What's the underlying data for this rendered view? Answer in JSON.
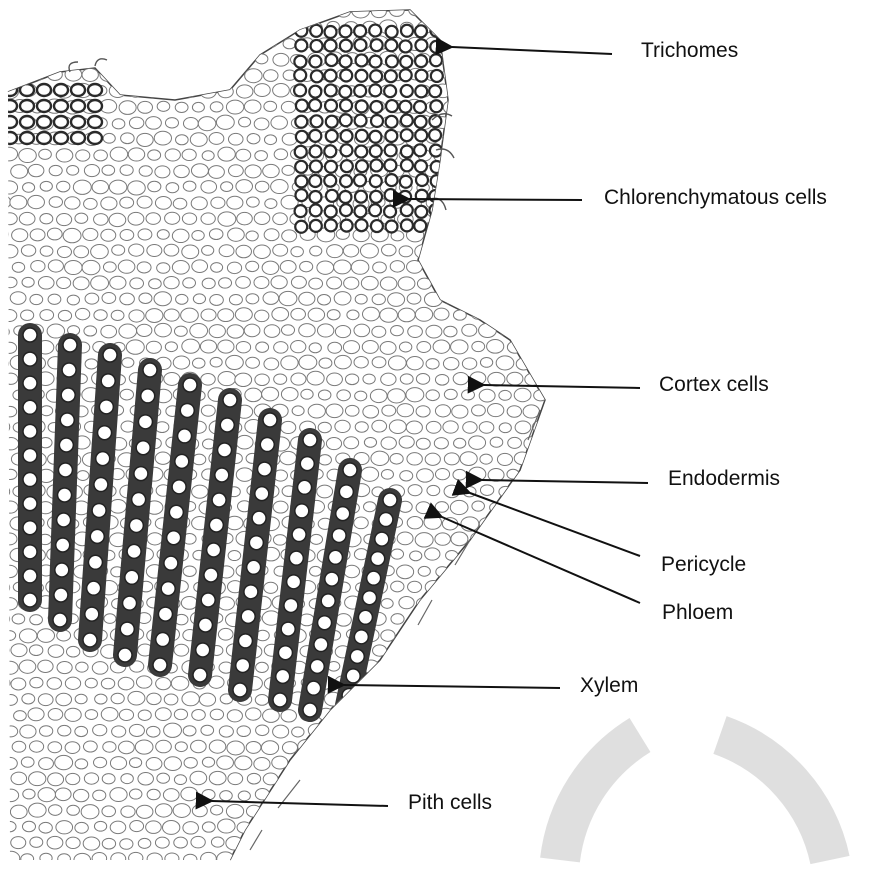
{
  "diagram": {
    "labels": {
      "trichomes": "Trichomes",
      "chlorenchymatous": "Chlorenchymatous cells",
      "cortex": "Cortex cells",
      "endodermis": "Endodermis",
      "pericycle": "Pericycle",
      "phloem": "Phloem",
      "xylem": "Xylem",
      "pith": "Pith cells"
    },
    "colors": {
      "ink": "#2a2a2a",
      "cell_fill": "#ffffff",
      "dark_tissue": "#3a3a3a",
      "arrow": "#111111",
      "watermark": "#d6d6d6"
    }
  }
}
